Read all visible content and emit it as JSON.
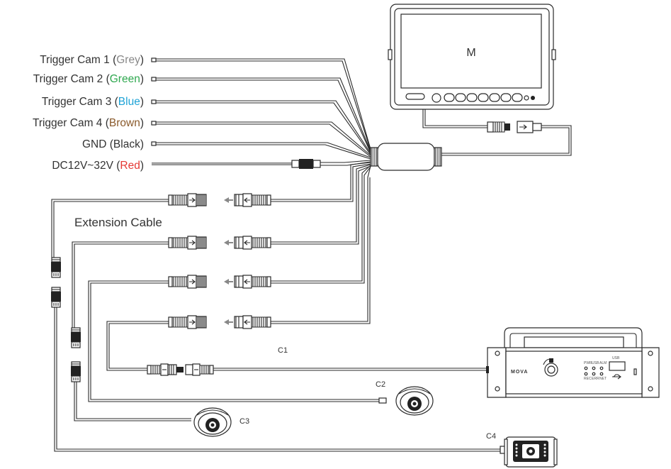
{
  "monitor": {
    "label": "M"
  },
  "triggers": [
    {
      "prefix": "Trigger Cam 1 (",
      "color_name": "Grey",
      "suffix": ")",
      "color": "#888888"
    },
    {
      "prefix": "Trigger Cam 2 (",
      "color_name": "Green",
      "suffix": ")",
      "color": "#2fa84f"
    },
    {
      "prefix": "Trigger Cam 3 (",
      "color_name": "Blue",
      "suffix": ")",
      "color": "#1fa3d6"
    },
    {
      "prefix": "Trigger Cam 4 (",
      "color_name": "Brown",
      "suffix": ")",
      "color": "#8a5a2b"
    },
    {
      "prefix": "GND (",
      "color_name": "Black",
      "suffix": ")",
      "color": "#333333"
    },
    {
      "prefix": "DC12V~32V (",
      "color_name": "Red",
      "suffix": ")",
      "color": "#e53935"
    }
  ],
  "extension_label": "Extension Cable",
  "cameras": {
    "c1": "C1",
    "c2": "C2",
    "c3": "C3",
    "c4": "C4"
  },
  "dvr": {
    "brand": "MOVA",
    "leds_top": [
      "PWR",
      "USB",
      "ALM"
    ],
    "leds_bottom": [
      "REC",
      "ERR",
      "NET"
    ],
    "usb_label": "USB"
  }
}
